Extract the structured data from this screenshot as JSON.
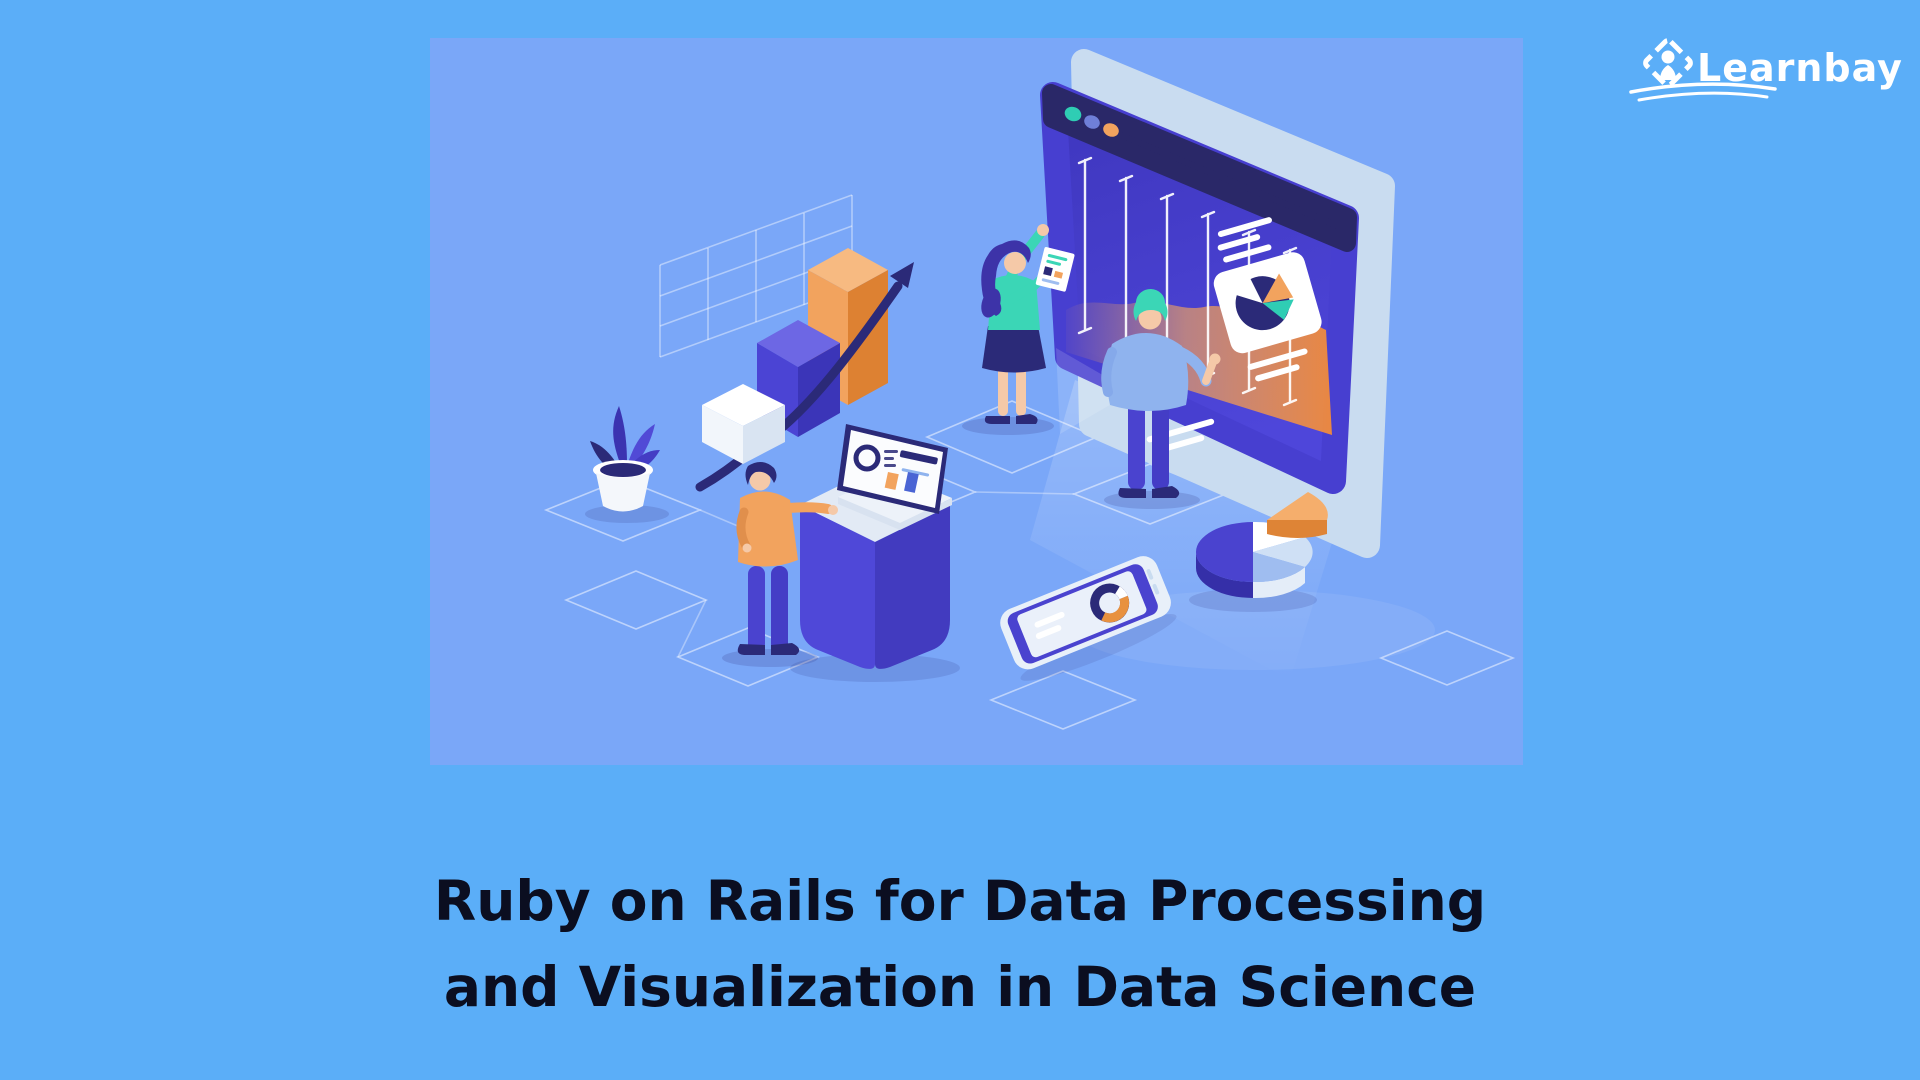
{
  "brand": {
    "name": "Learnbay",
    "icon": "learnbay-diamond-icon"
  },
  "title": {
    "line1": "Ruby on Rails for Data Processing",
    "line2": "and Visualization in Data Science"
  },
  "palette": {
    "background": "#5BAEF8",
    "panel": "#7AA7F8",
    "title_ink": "#0B0E20",
    "indigo": "#4A43CF",
    "indigo_deep": "#352FA8",
    "navy": "#2B2A78",
    "window_bar": "#2A2868",
    "orange": "#F2A35E",
    "orange_deep": "#DD8132",
    "teal": "#2FCDB4",
    "periwinkle": "#8FB3EE",
    "skin": "#F5C9A8",
    "light_panel": "#C9DCF0",
    "white": "#FFFFFF"
  },
  "icons": [
    "learnbay-diamond-icon",
    "dashboard-window-icon",
    "window-dots-icon",
    "bar-chart-3d-icon",
    "growth-arrow-icon",
    "pie-chart-card-icon",
    "pie-chart-3d-icon",
    "donut-chart-phone-icon",
    "laptop-dashboard-icon",
    "plant-pot-icon",
    "floor-tile-icon",
    "iso-grid-icon"
  ]
}
